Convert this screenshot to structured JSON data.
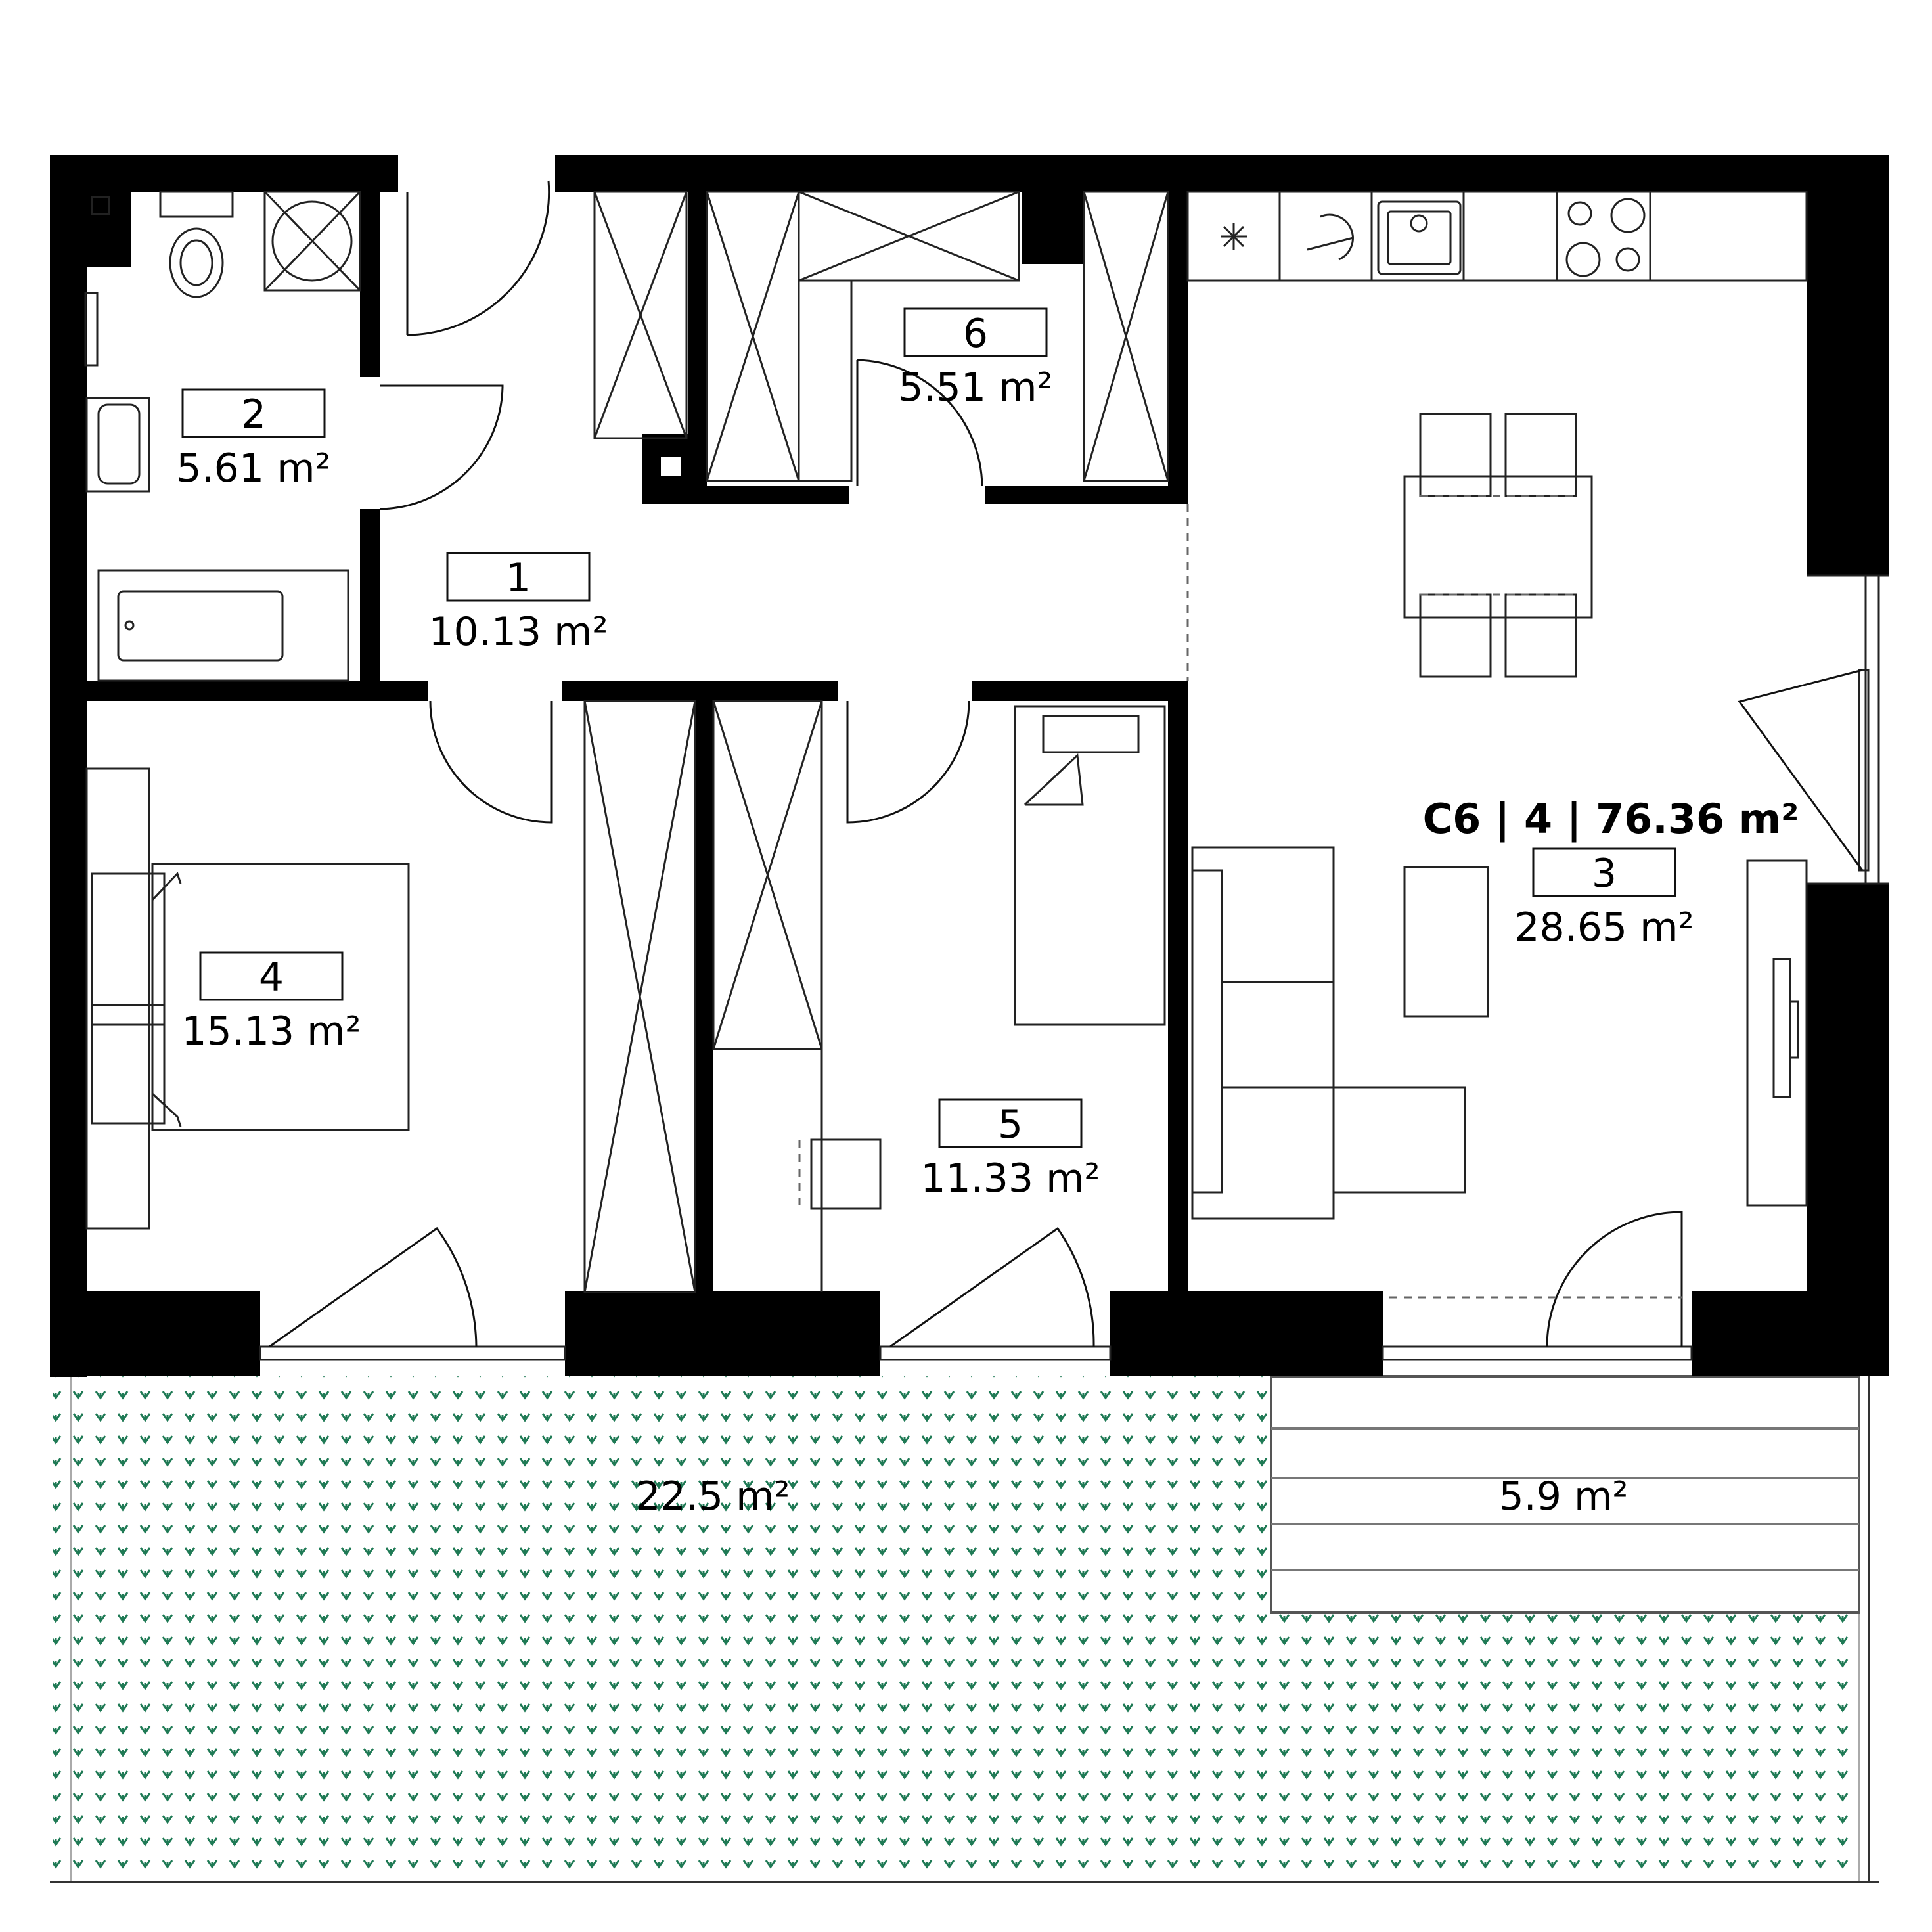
{
  "apartment": {
    "title": "C6 | 4 | 76.36 m²"
  },
  "rooms": [
    {
      "id": "hall",
      "number": "1",
      "area": "10.13 m²"
    },
    {
      "id": "bathroom",
      "number": "2",
      "area": "5.61 m²"
    },
    {
      "id": "living-kitchen",
      "number": "3",
      "area": "28.65 m²"
    },
    {
      "id": "bedroom-main",
      "number": "4",
      "area": "15.13 m²"
    },
    {
      "id": "bedroom-small",
      "number": "5",
      "area": "11.33 m²"
    },
    {
      "id": "storage",
      "number": "6",
      "area": "5.51 m²"
    }
  ],
  "outdoor": {
    "garden_area": "22.5 m²",
    "terrace_area": "5.9 m²"
  },
  "colors": {
    "wall": "#000000",
    "garden_mark": "#1f7a55",
    "line": "#222222"
  }
}
